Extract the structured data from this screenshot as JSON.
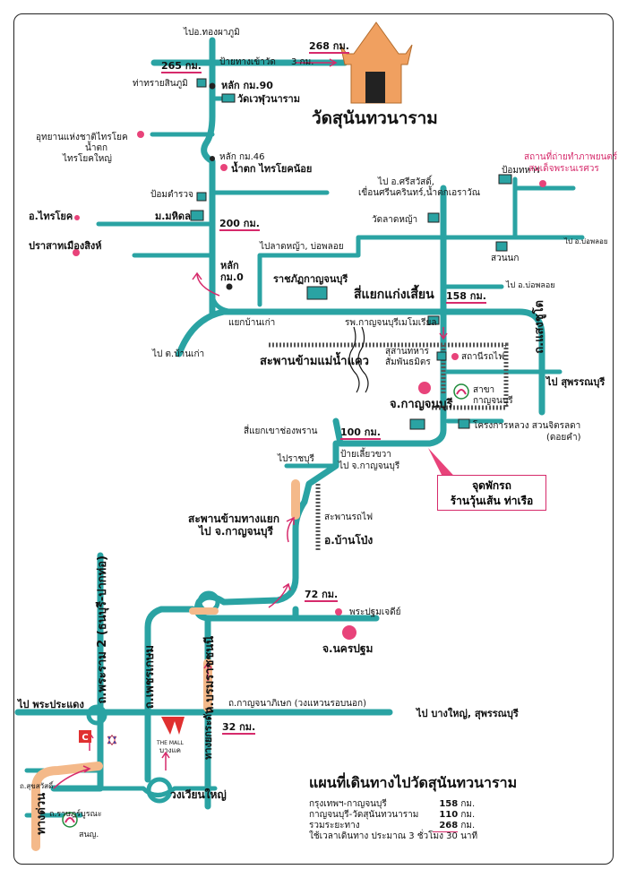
{
  "title": "วัดสุนันทวนาราม",
  "map_title": "แผนที่เดินทางไปวัดสุนันทวนาราม",
  "distances": {
    "km268": "268 กม.",
    "km265": "265 กม.",
    "km3": "3 กม.",
    "km200": "200 กม.",
    "km158": "158 กม.",
    "km100": "100 กม.",
    "km72": "72 กม.",
    "km32": "32 กม."
  },
  "labels": {
    "to_thongphaphum": "ไปอ.ทองผาภูมิ",
    "temple_entrance": "ป้ายทางเข้าวัด",
    "km90": "หลัก กม.90",
    "saiyok_port": "ท่าทรายสินภูมิ",
    "wat_wepu": "วัดเวฬุวนาราม",
    "np_saiyok": "อุทยานแห่งชาติไทรโยค",
    "np_saiyok_2": "น้ำตก",
    "np_saiyok_3": "ไทรโยคใหญ่",
    "km46": "หลัก กม.46",
    "waterfall_small": "น้ำตก ไทรโยคน้อย",
    "police": "ป้อมตำรวจ",
    "mahidol": "ม.มหิดล",
    "saiyok_district": "อ.ไทรโยค",
    "prasat": "ปราสาทเมืองสิงห์",
    "to_srisawat": "ไป อ.ศรีสวัสดิ์,",
    "dam": "เขื่อนศรีนครินทร์,น้ำตกเอราวัณ",
    "wat_lat_ya": "วัดลาดหญ้า",
    "to_lat_ya": "ไปลาดหญ้า, บ่อพลอย",
    "rajabhat": "ราชภัฏกาญจนบุรี",
    "km0_1": "หลัก",
    "km0_2": "กม.0",
    "intersection_kaeng": "สี่แยกแก่งเสี้ยน",
    "hospital": "รพ.กาญจนบุรีเมโมเรียล",
    "intersection_ban_kao": "แยกบ้านเก่า",
    "to_ban_kao": "ไป ต.บ้านเก่า",
    "bridge_kwai": "สะพานข้ามแม่น้ำแคว",
    "army_camp": "ป้อมทหาร",
    "to_bo_ploi": "ไป อ.บ่อพลอย",
    "film_site_1": "สถานที่ถ่ายทำภาพยนตร์",
    "film_site_2": "สมเด็จพระนเรศวร",
    "suan_nok": "สวนนก",
    "to_bo_ploi_2": "ไป อ.บ่อพลอย",
    "museum_1": "สุสานทหาร",
    "museum_2": "สัมพันธมิตร",
    "station": "สถานีรถไฟ",
    "to_suphan": "ไป สุพรรณบุรี",
    "saeng_chuto": "ถ.แสงชูโต",
    "province_kan": "จ.กาญจนบุรี",
    "branch_1": "สาขา",
    "branch_2": "กาญจนบุรี",
    "royal_project": "โครงการหลวง สวนจิตรลดา",
    "royal_project_2": "(ดอยคำ)",
    "intersection_khao": "สี่แยกเขาช่องพราน",
    "right_turn_1": "ป้ายเลี้ยวขวา",
    "right_turn_2": "ไป จ.กาญจนบุรี",
    "to_ratchaburi": "ไปราชบุรี",
    "stop_1": "จุดพักรถ",
    "stop_2": "ร้านวุ้นเส้น ท่าเรือ",
    "overpass_1": "สะพานข้ามทางแยก",
    "overpass_2": "ไป  จ.กาญจนบุรี",
    "rail_bridge": "สะพานรถไฟ",
    "ban_pong": "อ.บ้านโป่ง",
    "phra_pathom": "พระปฐมเจดีย์",
    "nakhon_pathom": "จ.นครปฐม",
    "rama2": "ถ.พระราม 2 (ธนบุรี-ปากท่อ)",
    "phetkasem": "ถ.เพชรเกษม",
    "borom": "ถ.บรมราชชนนี",
    "express": "ทางด่วน",
    "to_pradaeng": "ไป พระประแดง",
    "kanchanaphisek": "ถ.กาญจนาภิเษก (วงแหวนรอบนอก)",
    "to_bang_yai": "ไป บางใหญ่, สุพรรณบุรี",
    "expressway_sri_rat": "ทางยกระดับ",
    "the_mall": "THE MALL",
    "the_mall_2": "บางแค",
    "sukhumvit": "ถ.สุขสวัสดิ์",
    "wong_wian": "วงเวียนใหญ่",
    "ratburana": "ถ.ราษฎร์บูรณะ",
    "bank": "สนญ."
  },
  "legend": [
    {
      "label": "กรุงเทพฯ-กาญจนบุรี",
      "value": "158",
      "unit": "กม."
    },
    {
      "label": "กาญจนบุรี-วัดสุนันทวนาราม",
      "value": "110",
      "unit": "กม."
    },
    {
      "label": "รวมระยะทาง",
      "value": "268",
      "unit": "กม."
    }
  ],
  "travel_time": "ใช้เวลาเดินทาง ประมาณ  3 ชั่วโมง 30 นาที",
  "colors": {
    "road": "#2aa3a3",
    "accent": "#d62a6b",
    "temple": "#f0a060"
  }
}
